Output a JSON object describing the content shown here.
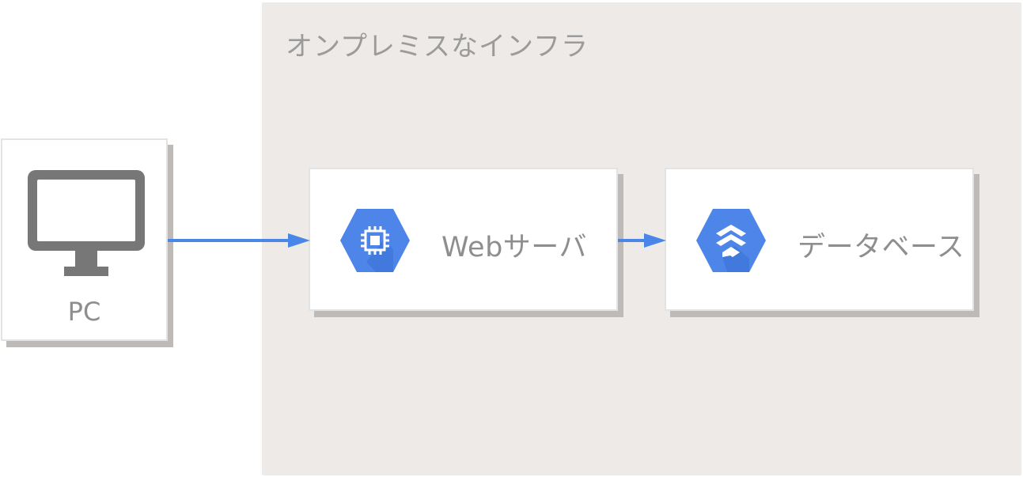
{
  "region": {
    "title": "オンプレミスなインフラ",
    "background_color": "#edeae7"
  },
  "nodes": {
    "pc": {
      "label": "PC",
      "icon": "monitor-icon"
    },
    "web": {
      "label": "Webサーバ",
      "icon": "compute-engine-icon"
    },
    "db": {
      "label": "データベース",
      "icon": "database-icon"
    }
  },
  "edges": [
    {
      "from": "PC",
      "to": "Webサーバ"
    },
    {
      "from": "Webサーバ",
      "to": "データベース"
    }
  ],
  "colors": {
    "arrow": "#4a86e8",
    "icon_hex": "#4d86e8",
    "icon_hex_dark": "#3a6fd3",
    "label_text": "#8e8e8e",
    "monitor": "#777777"
  }
}
